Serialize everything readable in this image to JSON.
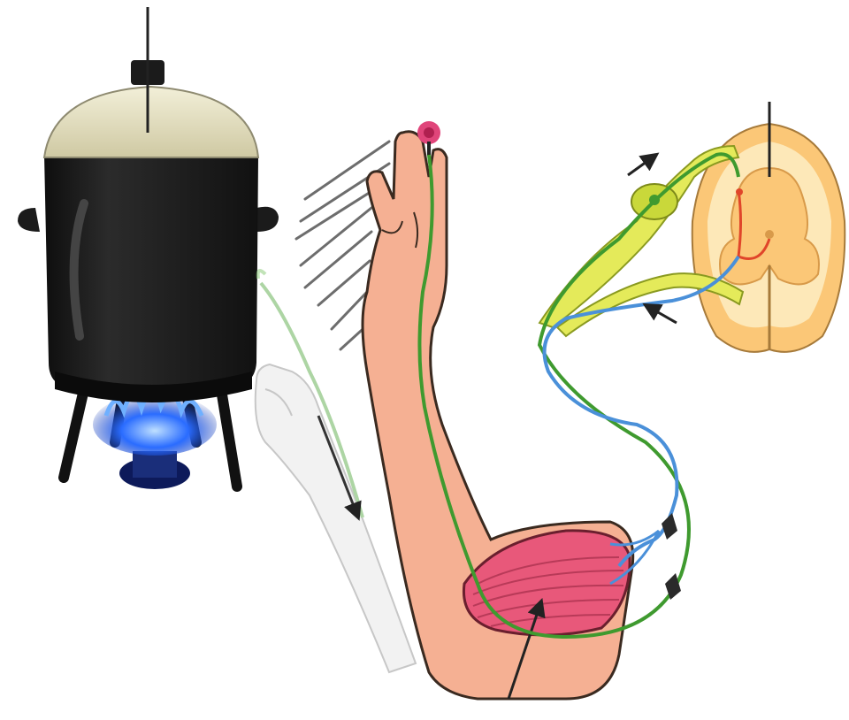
{
  "diagram": {
    "subject": "reflex arc",
    "parts": [
      {
        "id": "pot",
        "icon": "cooking-pot-icon"
      },
      {
        "id": "burner",
        "icon": "gas-flame-icon"
      },
      {
        "id": "arm",
        "icon": "arm-icon"
      },
      {
        "id": "hand-ghost",
        "icon": "hand-icon"
      },
      {
        "id": "muscle",
        "icon": "muscle-icon"
      },
      {
        "id": "spinal-cord",
        "icon": "spinal-cord-section-icon"
      },
      {
        "id": "sensory-neuron",
        "icon": "sensory-nerve-icon"
      },
      {
        "id": "motor-neuron",
        "icon": "motor-nerve-icon"
      },
      {
        "id": "stimulus-point",
        "icon": "pain-stimulus-icon"
      }
    ],
    "colors": {
      "pot": "#1b1b1b",
      "pot_lid": "#e7e2c6",
      "flame": "#2a6cff",
      "skin": "#f5b093",
      "skin_outline": "#3a2a20",
      "muscle": "#e8587a",
      "sensory_nerve": "#3f9a2f",
      "motor_nerve": "#4a90d9",
      "cord_white_matter": "#fde8b8",
      "cord_gray_matter": "#fbc777",
      "ganglion": "#c9d83a",
      "stimulus": "#e0457a"
    }
  }
}
